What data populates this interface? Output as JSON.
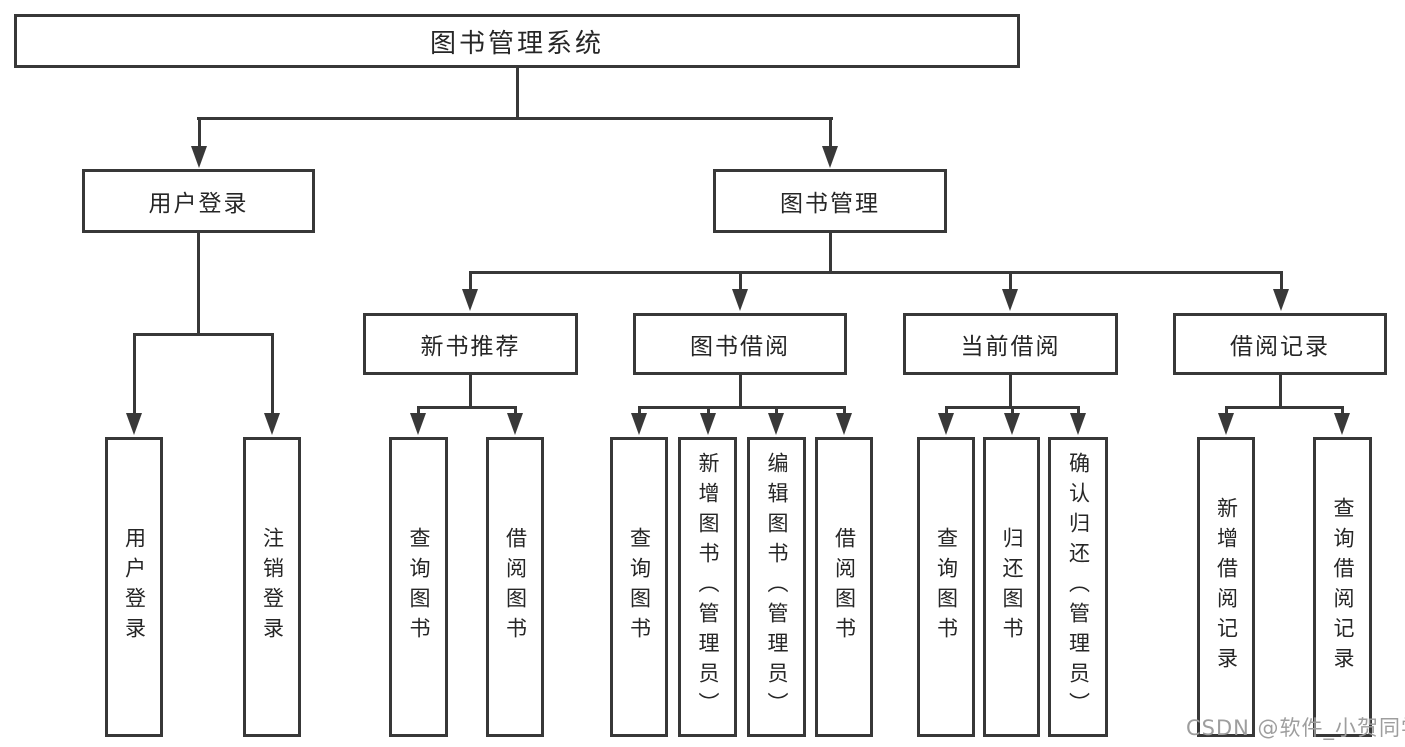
{
  "tree": {
    "root": {
      "label": "图书管理系统"
    },
    "login_branch": {
      "label": "用户登录",
      "children": [
        {
          "label": "用户登录"
        },
        {
          "label": "注销登录"
        }
      ]
    },
    "manage_branch": {
      "label": "图书管理",
      "groups": [
        {
          "label": "新书推荐",
          "children": [
            {
              "label": "查询图书"
            },
            {
              "label": "借阅图书"
            }
          ]
        },
        {
          "label": "图书借阅",
          "children": [
            {
              "label": "查询图书"
            },
            {
              "label": "新增图书（管理员）"
            },
            {
              "label": "编辑图书（管理员）"
            },
            {
              "label": "借阅图书"
            }
          ]
        },
        {
          "label": "当前借阅",
          "children": [
            {
              "label": "查询图书"
            },
            {
              "label": "归还图书"
            },
            {
              "label": "确认归还（管理员）"
            }
          ]
        },
        {
          "label": "借阅记录",
          "children": [
            {
              "label": "新增借阅记录"
            },
            {
              "label": "查询借阅记录"
            }
          ]
        }
      ]
    }
  },
  "watermark": "CSDN @软件_小贺同学",
  "colors": {
    "line": "#383838",
    "text": "#262626",
    "watermark": "#9e9e9e",
    "background": "#ffffff"
  }
}
